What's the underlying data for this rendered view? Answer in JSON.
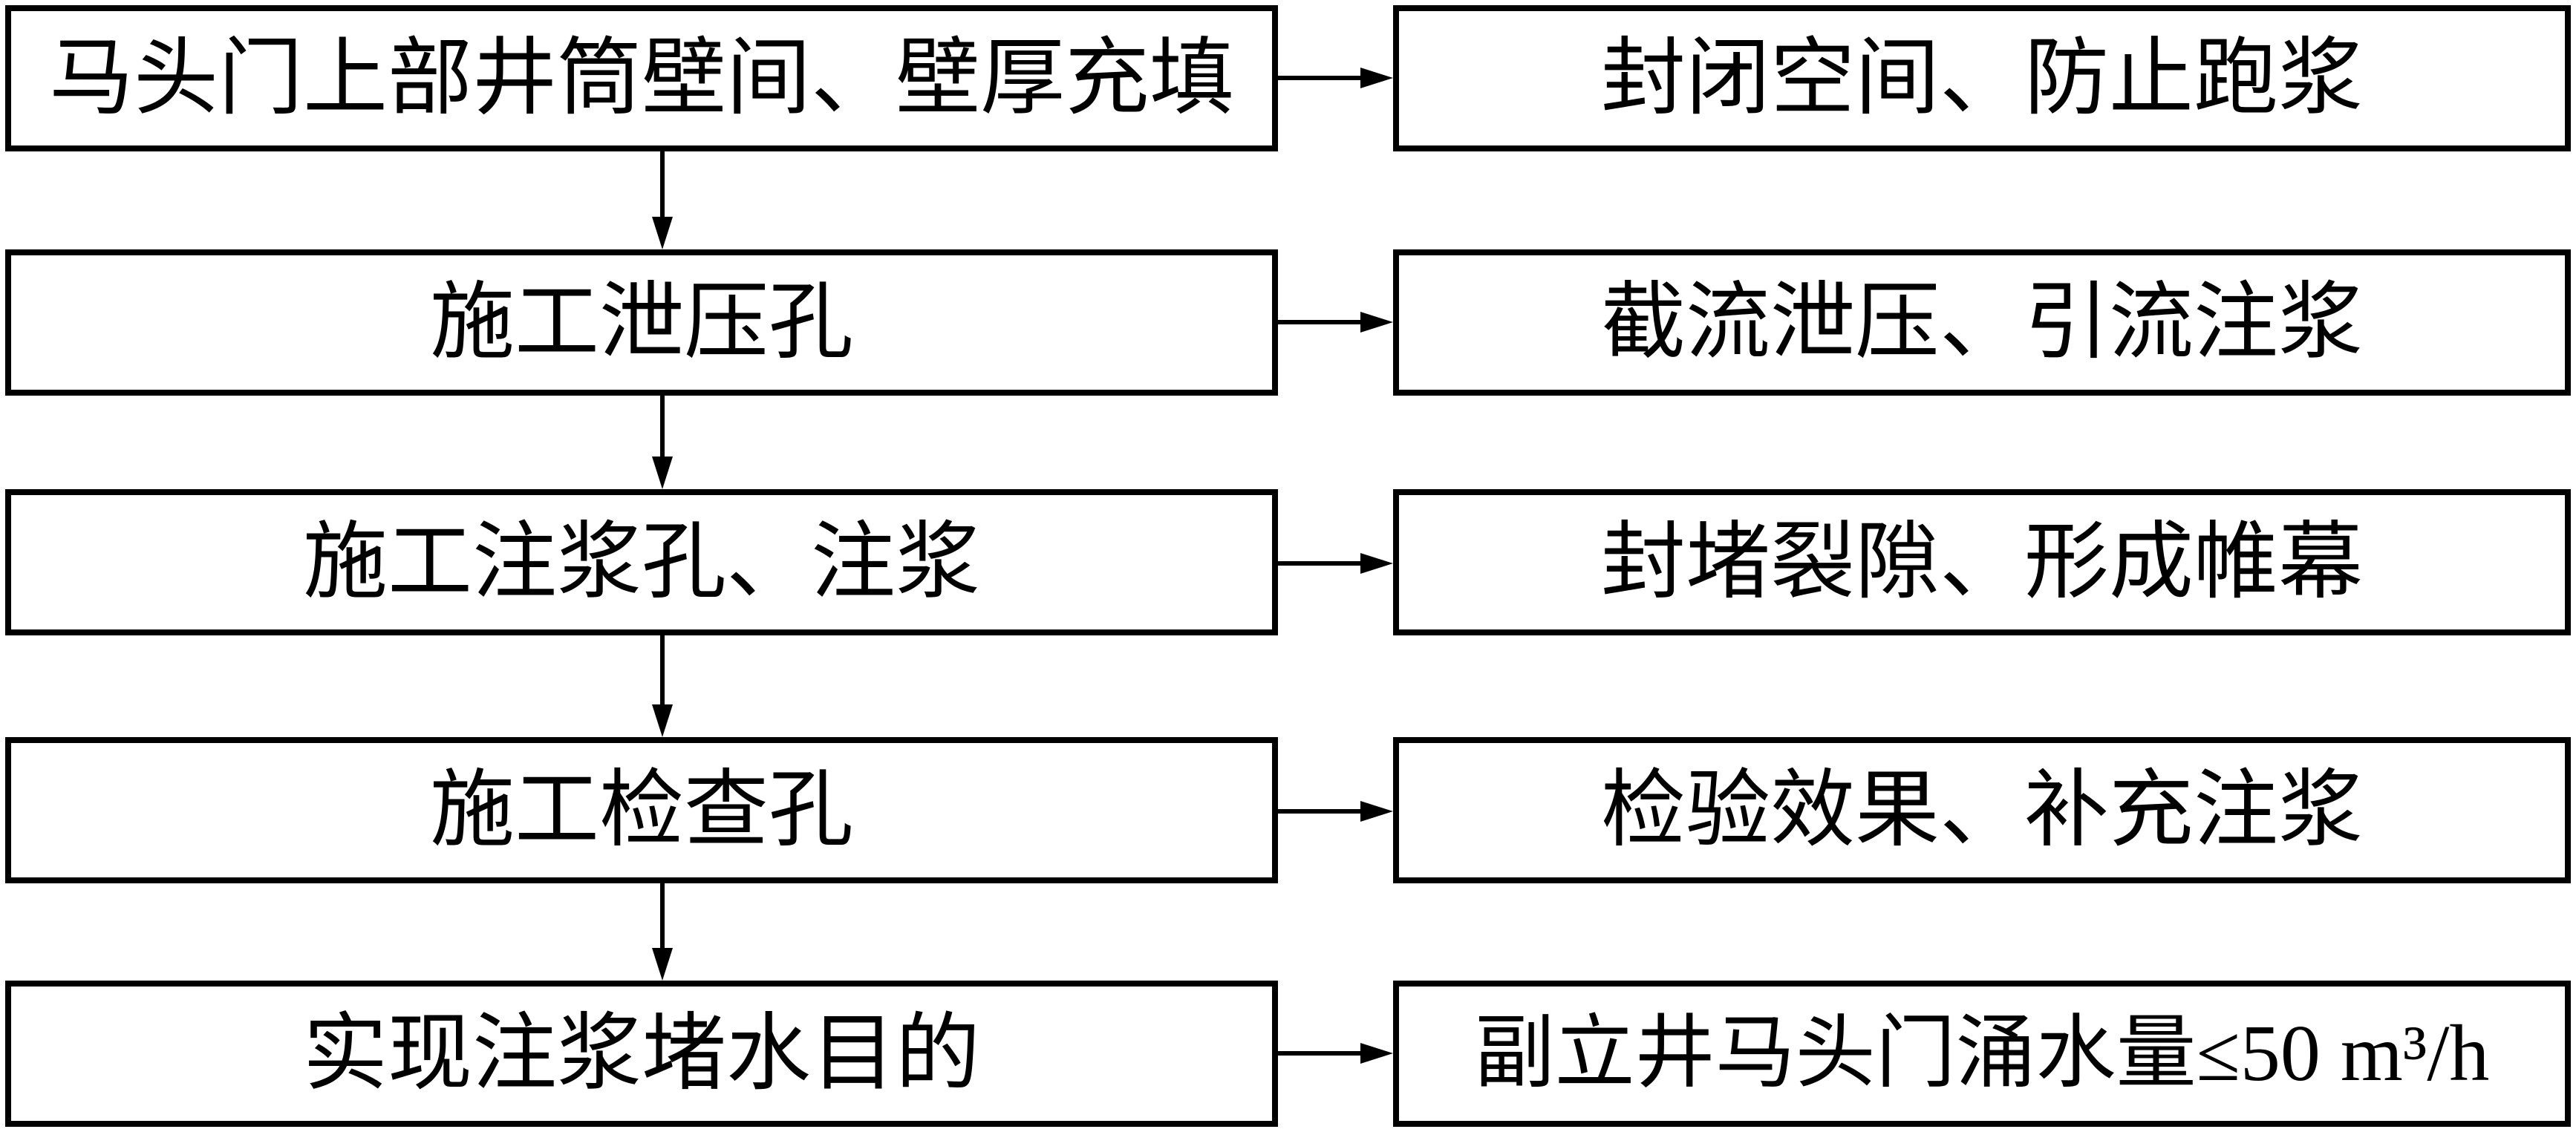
{
  "steps": [
    {
      "action": "马头门上部井筒壁间、壁厚充填",
      "purpose": "封闭空间、防止跑浆"
    },
    {
      "action": "施工泄压孔",
      "purpose": "截流泄压、引流注浆"
    },
    {
      "action": "施工注浆孔、注浆",
      "purpose": "封堵裂隙、形成帷幕"
    },
    {
      "action": "施工检查孔",
      "purpose": "检验效果、补充注浆"
    },
    {
      "action": "实现注浆堵水目的",
      "purpose": "副立井马头门涌水量≤50 m³/h"
    }
  ],
  "colors": {
    "stroke": "#000000",
    "background": "#ffffff"
  }
}
